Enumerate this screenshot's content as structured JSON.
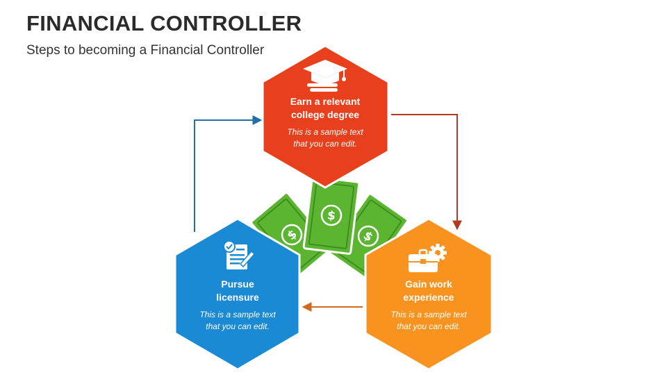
{
  "header": {
    "title": "FINANCIAL CONTROLLER",
    "subtitle": "Steps to becoming a Financial Controller"
  },
  "steps": [
    {
      "title_line1": "Earn a relevant",
      "title_line2": "college degree",
      "desc_line1": "This is a sample text",
      "desc_line2": "that you can edit.",
      "color": "#E8401C",
      "icon": "graduation-cap-icon"
    },
    {
      "title_line1": "Gain work",
      "title_line2": "experience",
      "desc_line1": "This is a sample text",
      "desc_line2": "that you can edit.",
      "color": "#F7931E",
      "icon": "briefcase-gear-icon"
    },
    {
      "title_line1": "Pursue",
      "title_line2": "licensure",
      "desc_line1": "This is a sample text",
      "desc_line2": "that you can edit.",
      "color": "#1A8AD4",
      "icon": "license-document-icon"
    }
  ],
  "colors": {
    "arrow_top_right": "#B03A22",
    "arrow_bottom": "#D2691E",
    "arrow_left": "#1F6FA8",
    "money_green": "#5CB531",
    "money_dark": "#3E8E1F"
  },
  "center_icon": "money-bills-icon"
}
